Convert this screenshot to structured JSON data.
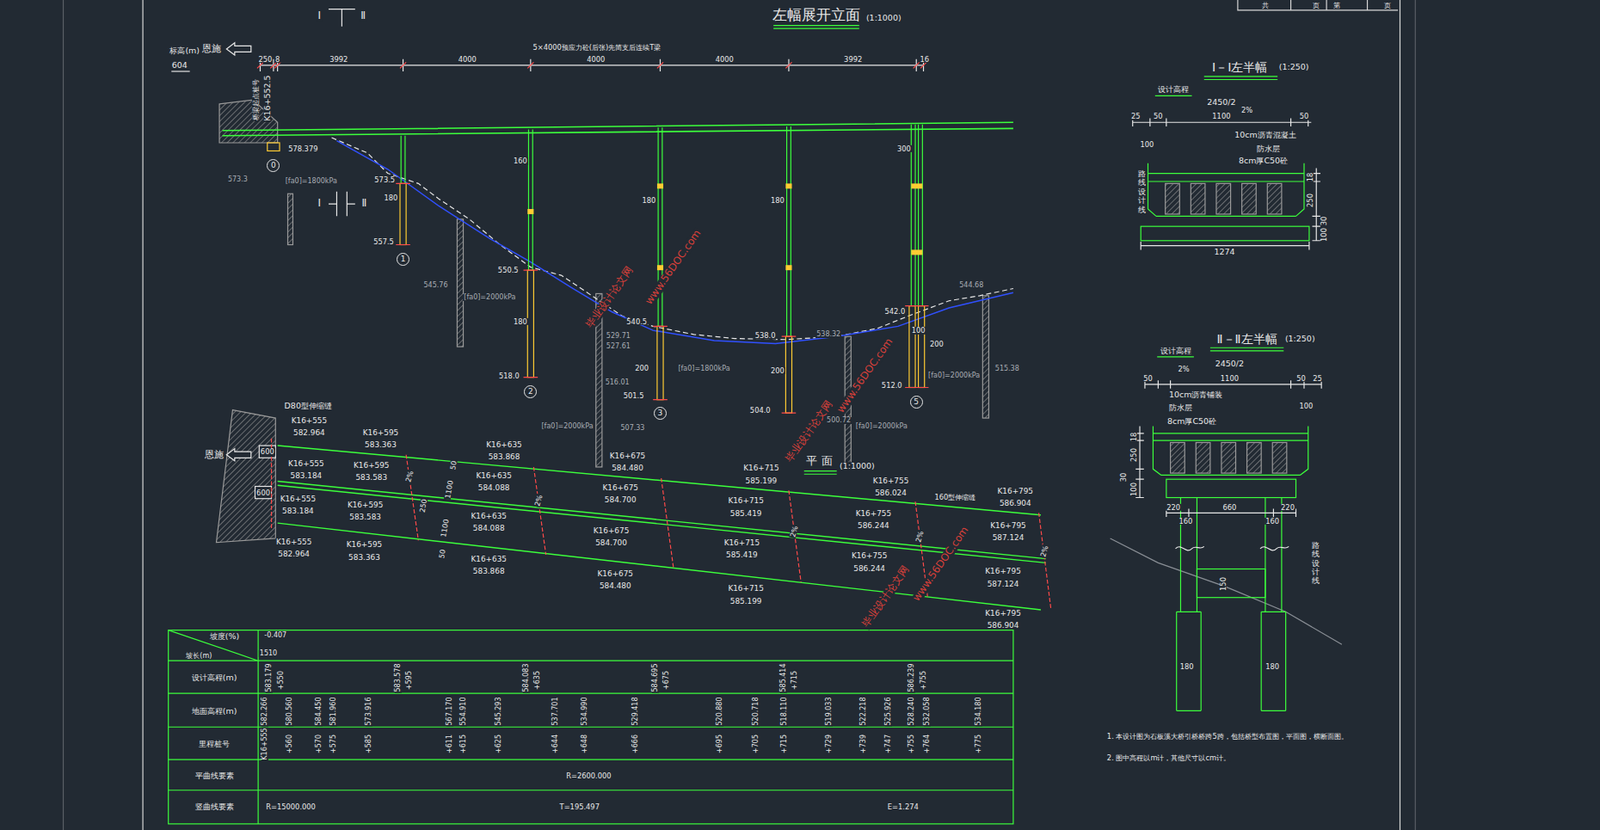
{
  "diagram": {
    "title": "左幅展开立面",
    "nodes": [
      {
        "text": [
          "0"
        ]
      },
      {
        "text": [
          "1"
        ]
      },
      {
        "text": [
          "2"
        ]
      },
      {
        "text": [
          "3"
        ]
      },
      {
        "text": [
          "5"
        ]
      }
    ],
    "labels": [
      "(1:1000)",
      "Ⅰ",
      "Ⅱ",
      "标高(m)",
      "恩施",
      "604",
      "250",
      "8",
      "3992",
      "4000",
      "4000",
      "4000",
      "3992",
      "16",
      "5×4000预应力砼(后张)先简支后连续T梁",
      "K16+552.5",
      "桥梁起点桩号",
      "578.379",
      "573.5",
      "180",
      "557.5",
      "160",
      "550.5",
      "180",
      "518.0",
      "180",
      "540.5",
      "200",
      "501.5",
      "180",
      "538.0",
      "200",
      "504.0",
      "300",
      "542.0",
      "100",
      "200",
      "512.0",
      "Ⅰ",
      "Ⅱ",
      "544.68",
      "545.76",
      "573.3",
      "529.71",
      "527.61",
      "516.01",
      "507.33",
      "538.32",
      "500.72",
      "515.38",
      "[fa0]=1800kPa",
      "[fa0]=2000kPa",
      "[fa0]=2000kPa",
      "[fa0]=1800kPa",
      "[fa0]=2000kPa",
      "[fa0]=2000kPa",
      "D80型伸缩缝",
      "恩施",
      "600",
      "600",
      "K16+555",
      "582.964",
      "K16+555",
      "583.184",
      "K16+555",
      "583.184",
      "K16+555",
      "582.964",
      "K16+595",
      "583.363",
      "K16+595",
      "583.583",
      "K16+595",
      "583.583",
      "K16+595",
      "583.363",
      "K16+635",
      "583.868",
      "K16+635",
      "584.088",
      "K16+635",
      "584.088",
      "K16+635",
      "583.868",
      "K16+675",
      "584.480",
      "K16+675",
      "584.700",
      "K16+675",
      "584.700",
      "K16+675",
      "584.480",
      "K16+715",
      "585.199",
      "K16+715",
      "585.419",
      "K16+715",
      "585.419",
      "K16+715",
      "585.199",
      "K16+755",
      "586.024",
      "K16+755",
      "586.244",
      "K16+755",
      "586.244",
      "K16+795",
      "586.904",
      "K16+795",
      "587.124",
      "K16+795",
      "587.124",
      "K16+795",
      "586.904",
      "160型伸缩缝",
      "2%",
      "2%",
      "2%",
      "2%",
      "2%",
      "50",
      "1100",
      "250",
      "1100",
      "50",
      "平 面",
      "(1:1000)",
      "毕业设计论文网",
      "www.56DOC.com",
      "毕业设计论文网",
      "www.56DOC.com",
      "毕业设计论文网",
      "www.56DOC.com",
      "坡度(%)",
      "坡长(m)",
      "设计高程(m)",
      "地面高程(m)",
      "里程桩号",
      "平曲线要素",
      "竖曲线要素",
      "-0.407",
      "1510",
      "R=2600.000",
      "R=15000.000",
      "T=195.497",
      "E=1.274",
      "583.179",
      "583.578",
      "584.083",
      "584.695",
      "585.414",
      "586.239",
      "+550",
      "+595",
      "+635",
      "+675",
      "+715",
      "+755",
      "582.266",
      "580.560",
      "584.450",
      "581.960",
      "573.916",
      "567.170",
      "554.910",
      "545.293",
      "537.701",
      "534.990",
      "529.418",
      "520.880",
      "520.718",
      "518.110",
      "519.033",
      "522.218",
      "525.926",
      "528.240",
      "532.058",
      "534.180",
      "K16+555",
      "+560",
      "+570",
      "+575",
      "+585",
      "+611",
      "+615",
      "+625",
      "+644",
      "+648",
      "+666",
      "+695",
      "+705",
      "+715",
      "+729",
      "+739",
      "+747",
      "+755",
      "+764",
      "+775",
      "1. 本设计图为石板溪大桥引桥桥跨5跨，包括桥型布置图，平面图，横断面图。",
      "2. 图中高程以m计，其他尺寸以cm计。",
      "Ⅰ－Ⅰ左半幅",
      "(1:250)",
      "设计高程",
      "2450/2",
      "2%",
      "25",
      "50",
      "1100",
      "50",
      "10cm沥青混凝土",
      "防水层",
      "8cm厚C50砼",
      "100",
      "18",
      "250",
      "30",
      "100",
      "1274",
      "路线设计线",
      "Ⅱ－Ⅱ左半幅",
      "(1:250)",
      "设计高程",
      "2450/2",
      "2%",
      "50",
      "1100",
      "50",
      "25",
      "10cm沥青铺装",
      "防水层",
      "8cm厚C50砼",
      "100",
      "18",
      "250",
      "30",
      "100",
      "220",
      "660",
      "220",
      "160",
      "160",
      "150",
      "180",
      "180",
      "路线设计线",
      "共",
      "页",
      "第",
      "页"
    ]
  }
}
